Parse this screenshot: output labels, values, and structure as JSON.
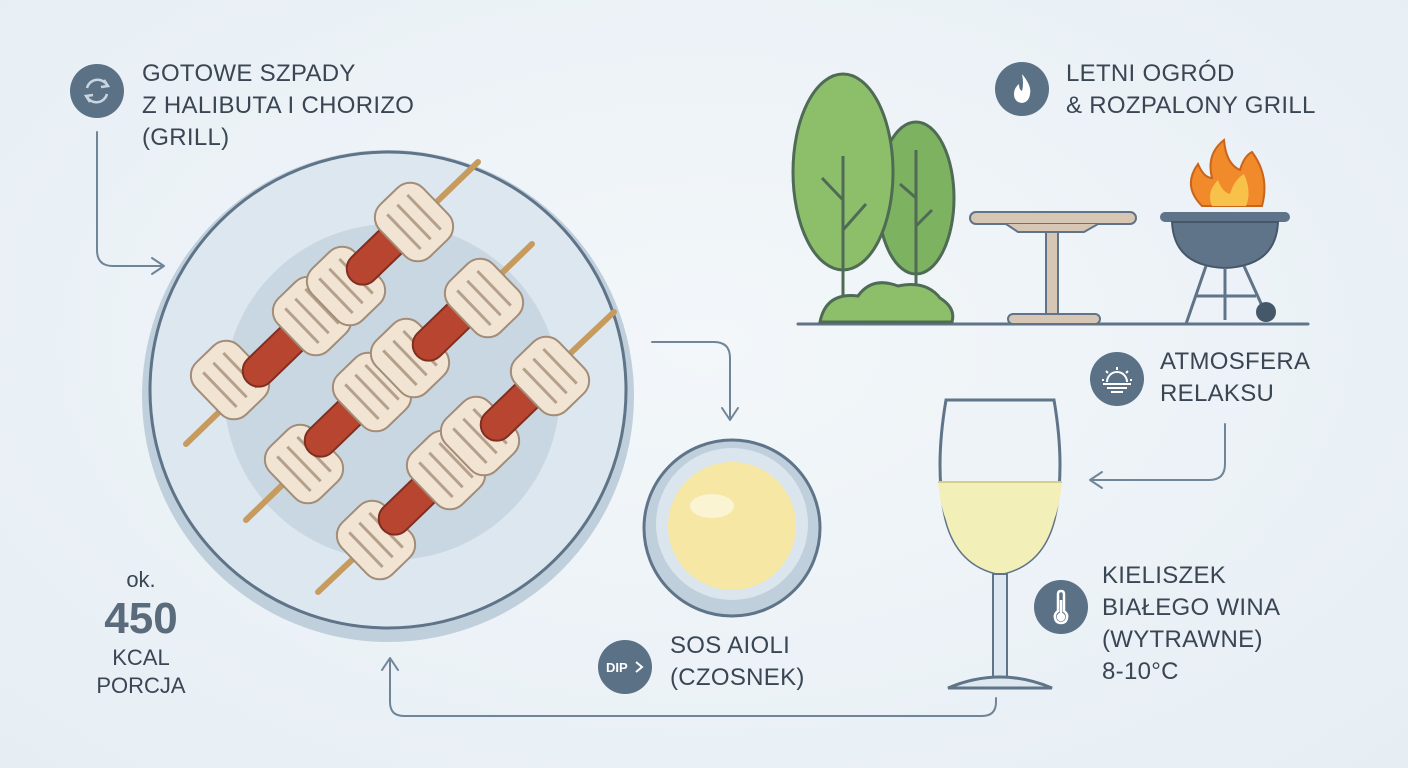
{
  "skewers": {
    "lines": [
      "GOTOWE SZPADY",
      "Z HALIBUTA I CHORIZO",
      "(GRILL)"
    ],
    "icon": "refresh-icon"
  },
  "garden": {
    "lines": [
      "LETNI OGRÓD",
      "& ROZPALONY GRILL"
    ],
    "icon": "flame-icon"
  },
  "relax": {
    "lines": [
      "ATMOSFERA",
      "RELAKSU"
    ],
    "icon": "sunrise-icon"
  },
  "wine": {
    "lines": [
      "KIELISZEK",
      "BIAŁEGO WINA",
      "(WYTRAWNE)",
      "8-10°C"
    ],
    "icon": "thermometer-icon"
  },
  "sauce": {
    "lines": [
      "SOS AIOLI",
      "(CZOSNEK)"
    ],
    "badge_text": "DIP"
  },
  "calories": {
    "prefix": "ok.",
    "value": "450",
    "unit": "KCAL",
    "per": "PORCJA"
  },
  "colors": {
    "badge": "#5a7186",
    "line": "#6f8598",
    "chorizo": "#b8452f",
    "halibut": "#f1e4d3",
    "tree": "#8dbf6a",
    "flame": "#f08a2a",
    "wine": "#f3efb8",
    "aioli": "#f6e7a4"
  }
}
